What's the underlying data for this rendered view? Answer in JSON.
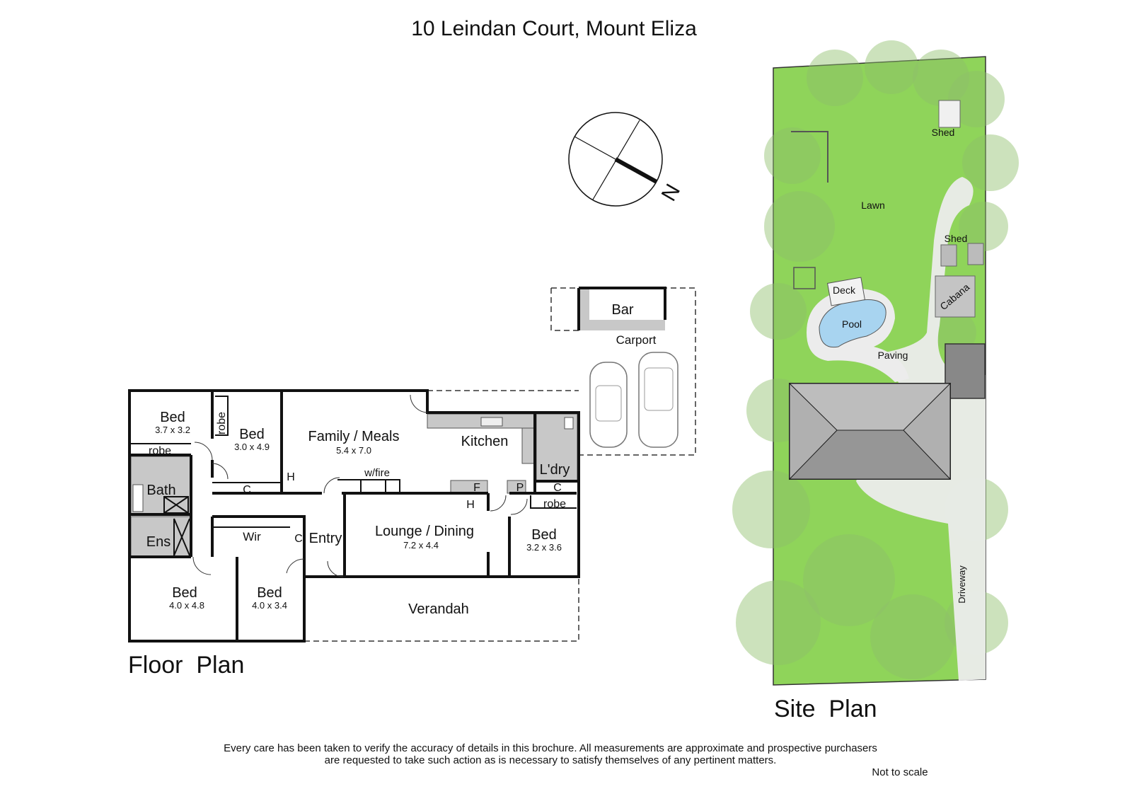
{
  "title": "10 Leindan Court, Mount Eliza",
  "compass": {
    "label": "N"
  },
  "floor_plan": {
    "heading": "Floor  Plan",
    "rooms": {
      "bed1": {
        "name": "Bed",
        "size": "3.7 x 3.2"
      },
      "robe1": "robe",
      "robe2": "robe",
      "bed2": {
        "name": "Bed",
        "size": "3.0 x 4.9"
      },
      "family": {
        "name": "Family / Meals",
        "size": "5.4 x 7.0"
      },
      "kitchen": "Kitchen",
      "laundry": "L'dry",
      "bath": "Bath",
      "ens": "Ens",
      "wir": "Wir",
      "entry": "Entry",
      "lounge": {
        "name": "Lounge / Dining",
        "size": "7.2 x 4.4"
      },
      "bed3": {
        "name": "Bed",
        "size": "3.2 x 3.6"
      },
      "robe3": "robe",
      "bed4": {
        "name": "Bed",
        "size": "4.0 x 4.8"
      },
      "bed5": {
        "name": "Bed",
        "size": "4.0 x 3.4"
      },
      "verandah": "Verandah",
      "bar": "Bar",
      "carport": "Carport",
      "wfire": "w/fire"
    },
    "markers": {
      "c1": "C",
      "c2": "C",
      "c3": "C",
      "h1": "H",
      "h2": "H",
      "f": "F",
      "p": "P"
    }
  },
  "site_plan": {
    "heading": "Site  Plan",
    "labels": {
      "shed1": "Shed",
      "shed2": "Shed",
      "lawn": "Lawn",
      "deck": "Deck",
      "pool": "Pool",
      "cabana": "Cabana",
      "paving": "Paving",
      "driveway": "Driveway"
    }
  },
  "disclaimer": {
    "line1": "Every care has been taken to verify the accuracy of details in this brochure.  All measurements are approximate and prospective purchasers",
    "line2": "are requested to take such action as is necessary to satisfy themselves of any pertinent matters.",
    "scale": "Not to scale"
  },
  "colors": {
    "lawn": "#8fd45a",
    "pool": "#a8d4f0",
    "roof": "#a9a9a9"
  }
}
